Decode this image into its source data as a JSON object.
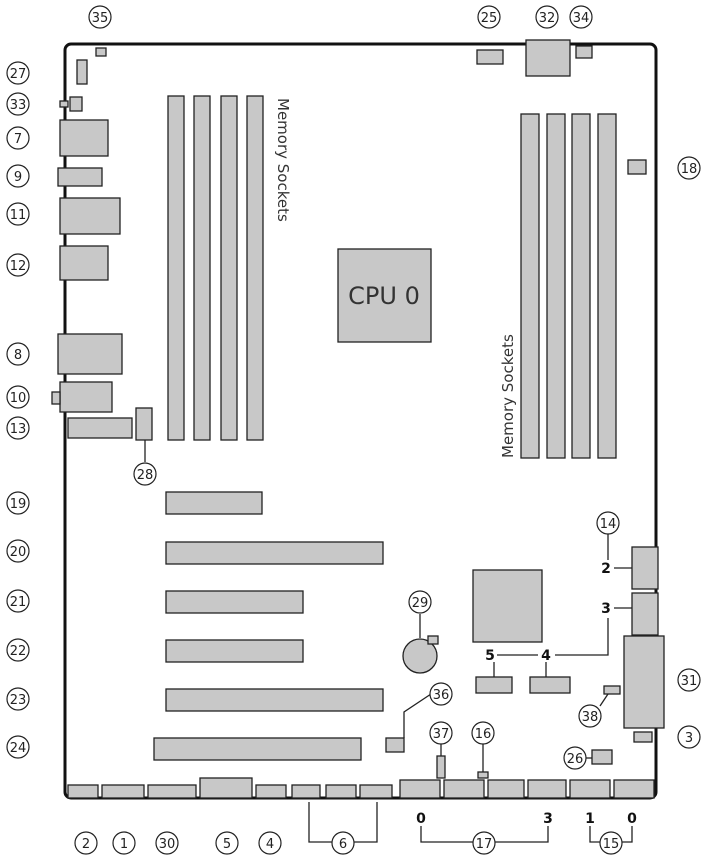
{
  "diagram": {
    "cpu_label": "CPU 0",
    "memory_label_left": "Memory Sockets",
    "memory_label_right": "Memory Sockets",
    "callouts": [
      "35",
      "27",
      "33",
      "7",
      "9",
      "11",
      "12",
      "8",
      "10",
      "13",
      "28",
      "19",
      "20",
      "21",
      "22",
      "23",
      "24",
      "2",
      "1",
      "30",
      "5",
      "4",
      "6",
      "17",
      "15",
      "25",
      "32",
      "34",
      "18",
      "14",
      "29",
      "36",
      "37",
      "16",
      "26",
      "38",
      "31",
      "3"
    ],
    "group_numbers": {
      "n14_a": "2",
      "n14_b": "3",
      "n4": "4",
      "n5": "5",
      "n17_left": "0",
      "n17_right": "3",
      "n15_left": "1",
      "n15_right": "0"
    }
  }
}
